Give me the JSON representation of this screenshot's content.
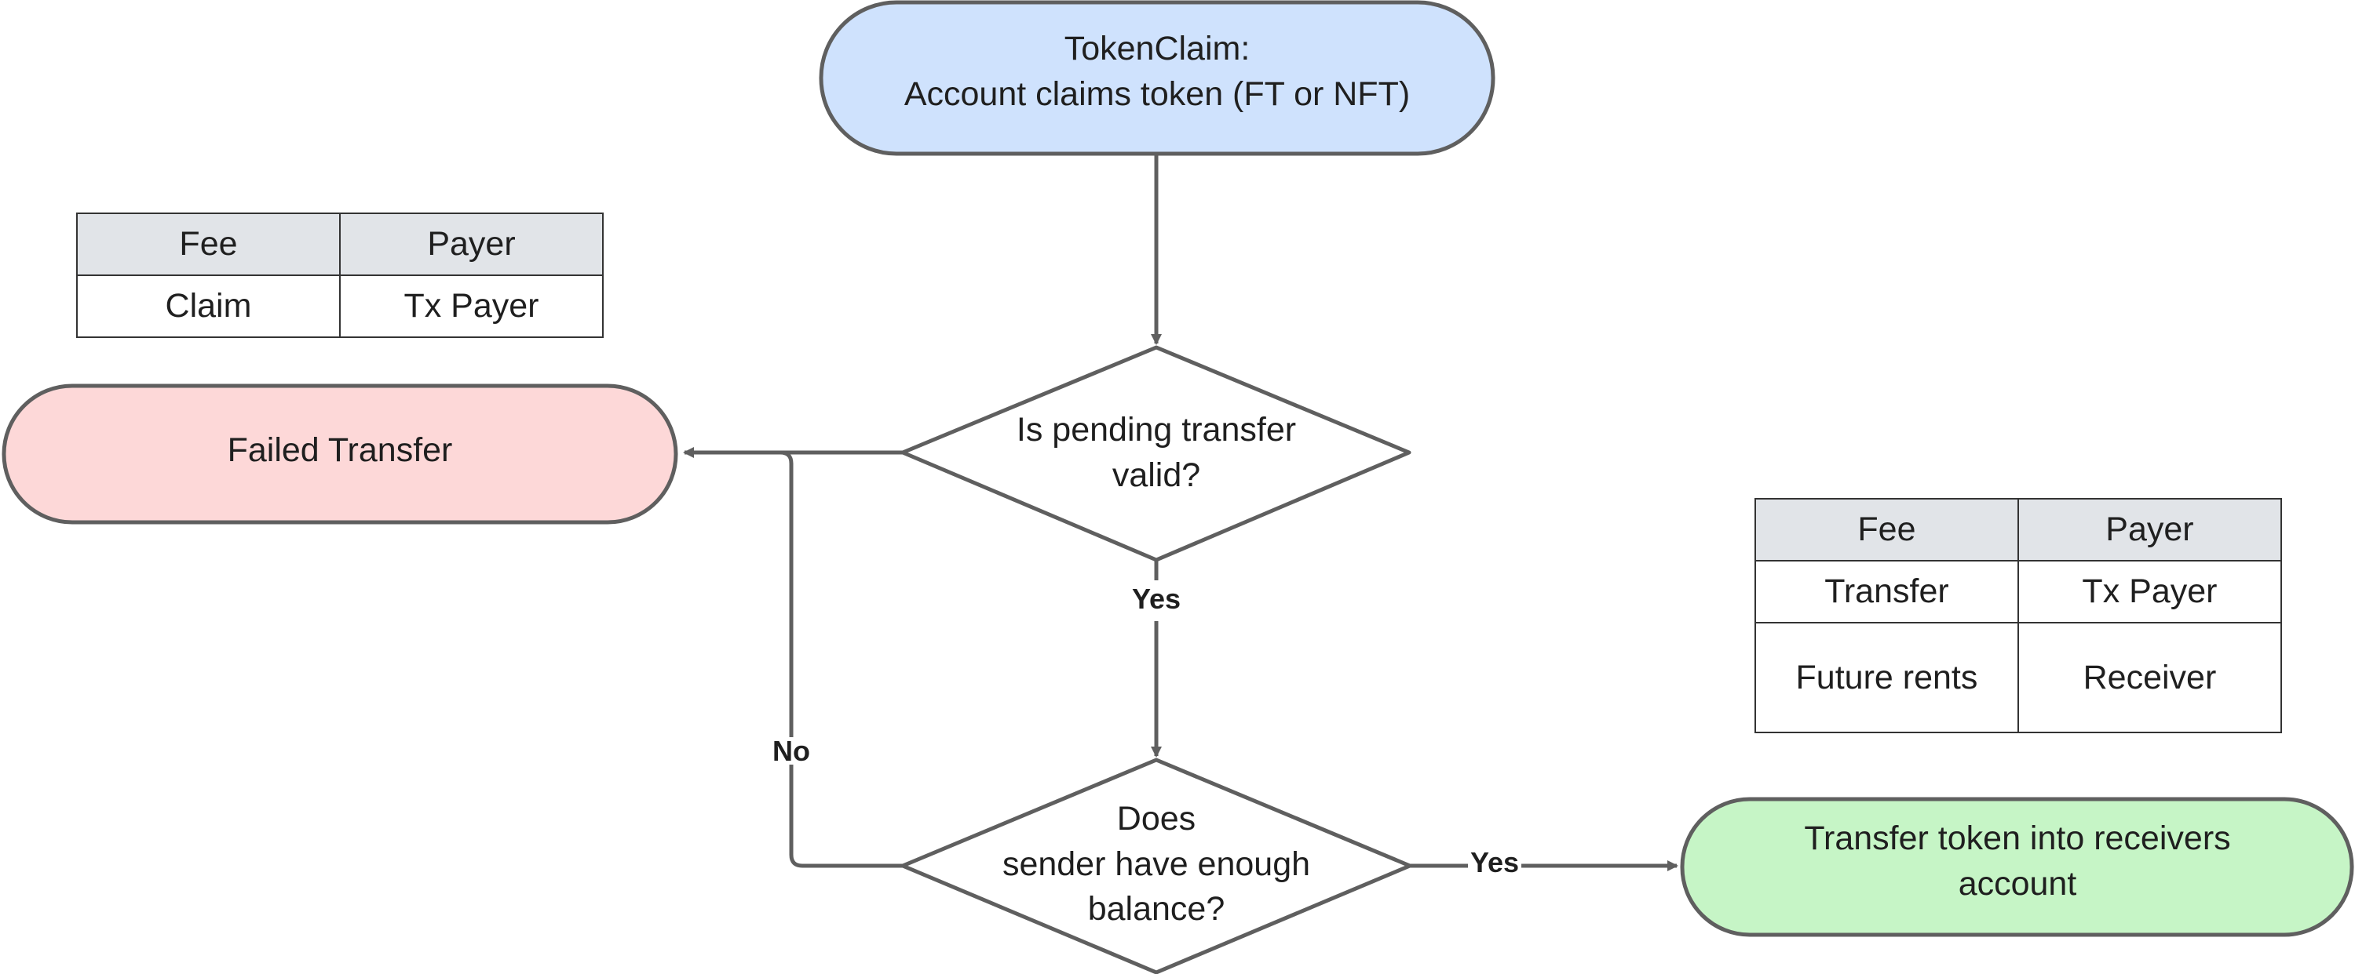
{
  "nodes": {
    "start": {
      "line1": "TokenClaim:",
      "line2": "Account claims token (FT or NFT)",
      "fill": "#cfe2fd"
    },
    "failed": {
      "label": "Failed Transfer",
      "fill": "#fdd8d8"
    },
    "decision_valid": {
      "line1": "Is pending transfer",
      "line2": "valid?"
    },
    "decision_balance": {
      "line1": "Does",
      "line2": "sender have enough",
      "line3": "balance?"
    },
    "success": {
      "line1": "Transfer token into receivers",
      "line2": "account",
      "fill": "#c6f5c6"
    }
  },
  "edges": {
    "valid_yes": "Yes",
    "balance_no": "No",
    "balance_yes": "Yes"
  },
  "fee_table_claim": {
    "headers": [
      "Fee",
      "Payer"
    ],
    "rows": [
      [
        "Claim",
        "Tx Payer"
      ]
    ]
  },
  "fee_table_transfer": {
    "headers": [
      "Fee",
      "Payer"
    ],
    "rows": [
      [
        "Transfer",
        "Tx Payer"
      ],
      [
        "Future rents",
        "Receiver"
      ]
    ]
  },
  "colors": {
    "stroke": "#5f5f5f",
    "table_header": "#e1e4e8"
  }
}
